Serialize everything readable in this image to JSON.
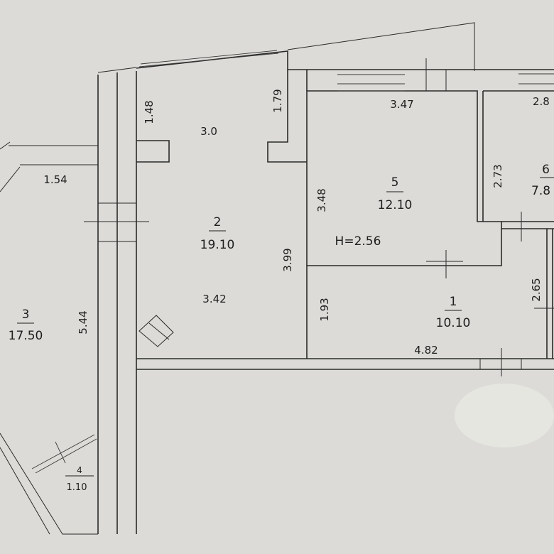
{
  "rooms": [
    {
      "id": "r3",
      "number": "3",
      "area": "17.50"
    },
    {
      "id": "r2",
      "number": "2",
      "area": "19.10"
    },
    {
      "id": "r5",
      "number": "5",
      "area": "12.10"
    },
    {
      "id": "r1",
      "number": "1",
      "area": "10.10"
    },
    {
      "id": "r6",
      "number": "6",
      "area": "7.8"
    },
    {
      "id": "r4",
      "number": "4",
      "area": "1.10"
    }
  ],
  "dimensions": {
    "d_1_48": "1.48",
    "d_3_0": "3.0",
    "d_1_79": "1.79",
    "d_3_47": "3.47",
    "d_2_8": "2.8",
    "d_1_54": "1.54",
    "d_3_48": "3.48",
    "d_2_73": "2.73",
    "d_3_99": "3.99",
    "d_3_42": "3.42",
    "d_5_44": "5.44",
    "d_1_93": "1.93",
    "d_2_65": "2.65",
    "d_4_82": "4.82"
  },
  "ceiling_height": "H=2.56"
}
